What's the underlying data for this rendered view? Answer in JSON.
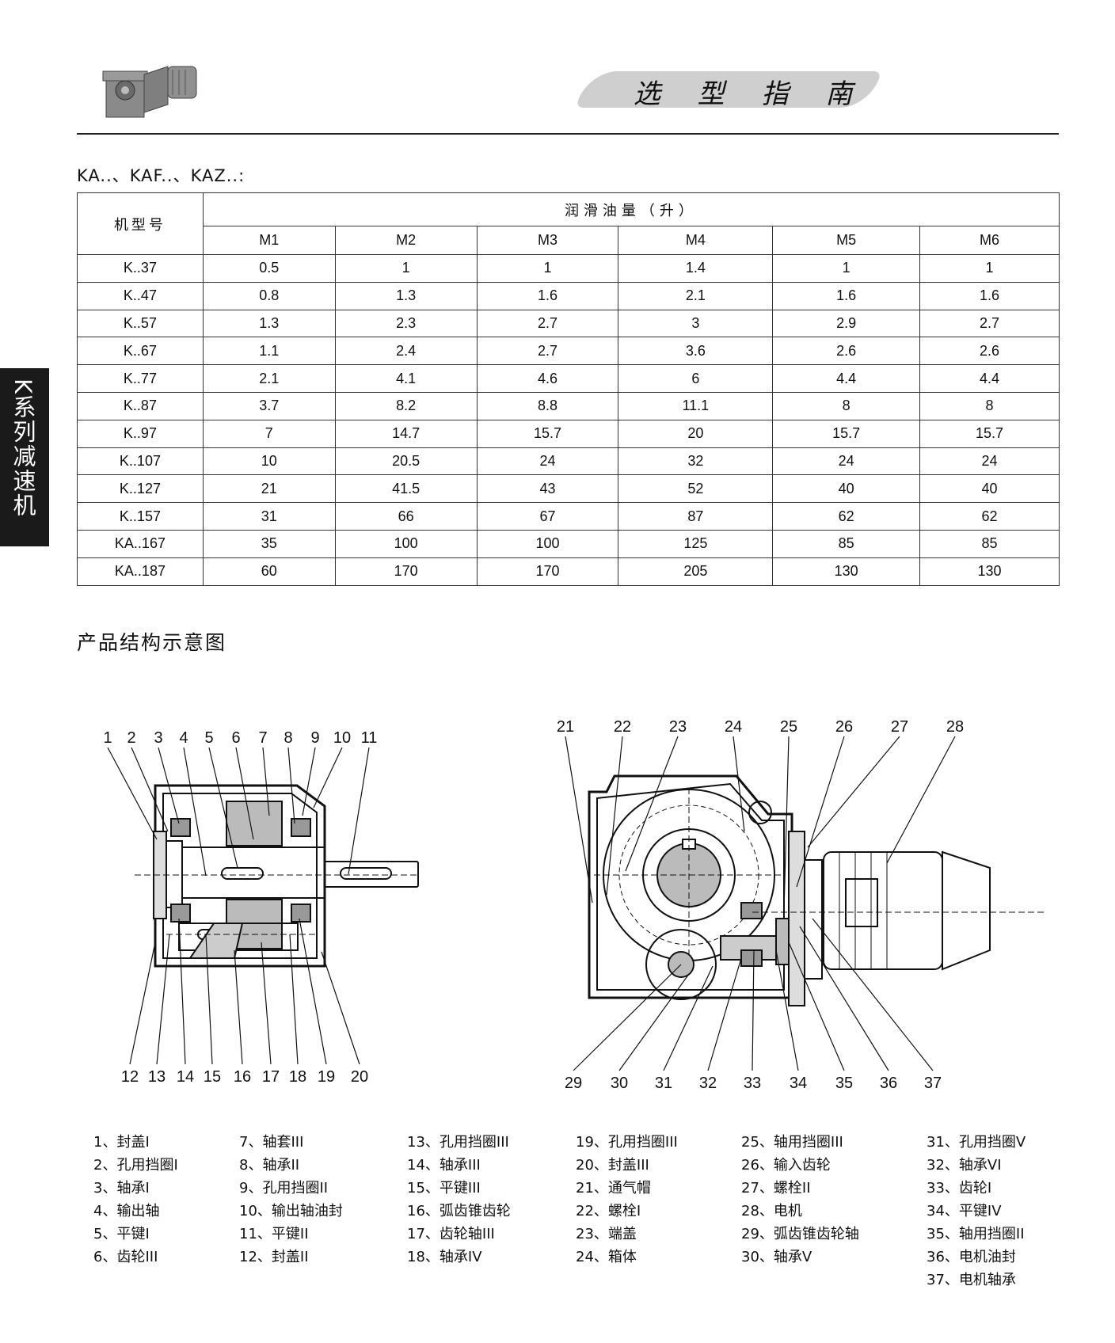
{
  "header": {
    "title": "选 型 指 南"
  },
  "side_tab": "K系列减速机",
  "table_caption": "KA..、KAF..、KAZ..:",
  "table": {
    "model_header": "机型号",
    "group_header": "润滑油量（升）",
    "columns": [
      "M1",
      "M2",
      "M3",
      "M4",
      "M5",
      "M6"
    ],
    "rows": [
      {
        "model": "K..37",
        "values": [
          "0.5",
          "1",
          "1",
          "1.4",
          "1",
          "1"
        ]
      },
      {
        "model": "K..47",
        "values": [
          "0.8",
          "1.3",
          "1.6",
          "2.1",
          "1.6",
          "1.6"
        ]
      },
      {
        "model": "K..57",
        "values": [
          "1.3",
          "2.3",
          "2.7",
          "3",
          "2.9",
          "2.7"
        ]
      },
      {
        "model": "K..67",
        "values": [
          "1.1",
          "2.4",
          "2.7",
          "3.6",
          "2.6",
          "2.6"
        ]
      },
      {
        "model": "K..77",
        "values": [
          "2.1",
          "4.1",
          "4.6",
          "6",
          "4.4",
          "4.4"
        ]
      },
      {
        "model": "K..87",
        "values": [
          "3.7",
          "8.2",
          "8.8",
          "11.1",
          "8",
          "8"
        ]
      },
      {
        "model": "K..97",
        "values": [
          "7",
          "14.7",
          "15.7",
          "20",
          "15.7",
          "15.7"
        ]
      },
      {
        "model": "K..107",
        "values": [
          "10",
          "20.5",
          "24",
          "32",
          "24",
          "24"
        ]
      },
      {
        "model": "K..127",
        "values": [
          "21",
          "41.5",
          "43",
          "52",
          "40",
          "40"
        ]
      },
      {
        "model": "K..157",
        "values": [
          "31",
          "66",
          "67",
          "87",
          "62",
          "62"
        ]
      },
      {
        "model": "KA..167",
        "values": [
          "35",
          "100",
          "100",
          "125",
          "85",
          "85"
        ]
      },
      {
        "model": "KA..187",
        "values": [
          "60",
          "170",
          "170",
          "205",
          "130",
          "130"
        ]
      }
    ]
  },
  "structure_title": "产品结构示意图",
  "diagram_left": {
    "top_numbers": [
      "1",
      "2",
      "3",
      "4",
      "5",
      "6",
      "7",
      "8",
      "9",
      "10",
      "11"
    ],
    "bottom_numbers": [
      "12",
      "13",
      "14",
      "15",
      "16",
      "17",
      "18",
      "19",
      "20"
    ]
  },
  "diagram_right": {
    "top_numbers": [
      "21",
      "22",
      "23",
      "24",
      "25",
      "26",
      "27",
      "28"
    ],
    "bottom_numbers": [
      "29",
      "30",
      "31",
      "32",
      "33",
      "34",
      "35",
      "36",
      "37"
    ]
  },
  "legend": [
    [
      "1、封盖I",
      "2、孔用挡圈I",
      "3、轴承I",
      "4、输出轴",
      "5、平键I",
      "6、齿轮III"
    ],
    [
      "7、轴套III",
      "8、轴承II",
      "9、孔用挡圈II",
      "10、输出轴油封",
      "11、平键II",
      "12、封盖II"
    ],
    [
      "13、孔用挡圈III",
      "14、轴承III",
      "15、平键III",
      "16、弧齿锥齿轮",
      "17、齿轮轴III",
      "18、轴承IV"
    ],
    [
      "19、孔用挡圈III",
      "20、封盖III",
      "21、通气帽",
      "22、螺栓I",
      "23、端盖",
      "24、箱体"
    ],
    [
      "25、轴用挡圈III",
      "26、输入齿轮",
      "27、螺栓II",
      "28、电机",
      "29、弧齿锥齿轮轴",
      "30、轴承V"
    ],
    [
      "31、孔用挡圈V",
      "32、轴承VI",
      "33、齿轮I",
      "34、平键IV",
      "35、轴用挡圈II",
      "36、电机油封",
      "37、电机轴承"
    ]
  ]
}
